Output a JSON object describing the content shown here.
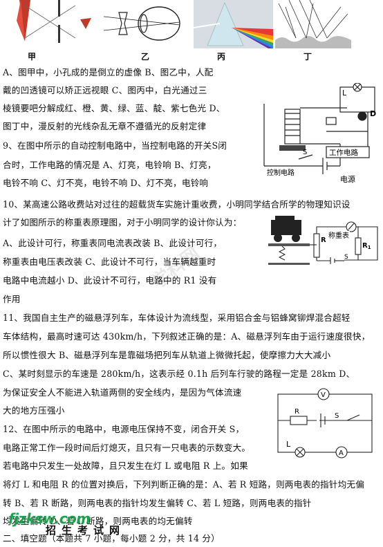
{
  "captions": [
    "甲",
    "乙",
    "丙",
    "丁"
  ],
  "lines": [
    "A、图甲中，小孔成的是倒立的虚像        B、图乙中，人配",
    "戴的凹透镜可以矫正远视眼        C、图丙中，白光通过三",
    "棱镜要吧分解成红、橙、黄、绿、蓝、靛、紫七色光        D、",
    "图丁中，漫反射的光线杂乱无章不遵循光的反射定律",
    "9、在图中所示的自动控制电路中，当控制电路的开关S闭",
    "合时，工作电路的情况是 A、灯亮，电铃响        B、灯亮，",
    "电铃不响        C、灯不亮，电铃不响        D、灯不亮，电铃响",
    "10、某高速公路收费站对过往的超载货车实施计重收费，小明同学结合所学的物理知识设",
    "计了如图所示的称重表原理图，对于小明同学的设计你认为：",
    "A、此设计可行，称重表同电流表改装        B、此设计可行，",
    "称重表由电压表改装        C、此设计不可行，当车辆越重时",
    "电路中电流越小        D、此设计不可行，电路中的 R1 没有",
    "作用",
    "11、我国自主生产的磁悬浮列车，车体设计为流线型，采用铝合金与铝蜂窝铆焊混合超轻",
    "车体结构，最高时速可达 430km/h，下列叙述正确的是：A、磁悬浮列车由于运行速度很快，",
    "所以惯性很大        B、磁悬浮列车是靠磁场把列车从轨道上微微托起，使摩擦力大大减小",
    "C、某时刻显示的车速是 280km/h，这表示经 0.1h 后列车行驶的路程一定是 28km        D、",
    "为保证安全人不能进入轨道两侧的安全线内，是因为气体流速",
    "大的地方压强小",
    "12、在图中所示的电路中，电源电压保持不变，闭合开关 S，",
    "电路正常工作一段时间后灯熄灭，且只有一只电表的示数变大。",
    "若电路中只发生一处故障，且只发生在灯 L 或电阻 R 上。如果",
    "将灯 L 和电阻 R 的位置对换后，下列判断正确的是：A、若 R 短路，则两电表的指针均无偏",
    "转        B、若 R 断路，则两电表的指针均发生偏转        C、若 L 短路，则两电表的指针",
    "均发生偏转        D、若 L 断路，则两电表的均无偏转",
    "二、填空题（本题共 7 小题，每小题 2 分，共 14 分）"
  ],
  "fig9": {
    "label_L": "L",
    "label_D": "D",
    "work": "工作电路",
    "power": "电源",
    "control": "控制电路",
    "switch": "S"
  },
  "fig10": {
    "meter": "称重表",
    "r": "R",
    "r1": "R",
    "r1_sub": "1",
    "switch": "S"
  },
  "fig12": {
    "v": "V",
    "a": "A",
    "r": "R",
    "s": "S",
    "l": "L"
  },
  "brand": {
    "site": "fjzksw.com",
    "name": "招生考试网"
  },
  "watermark": "学科网"
}
